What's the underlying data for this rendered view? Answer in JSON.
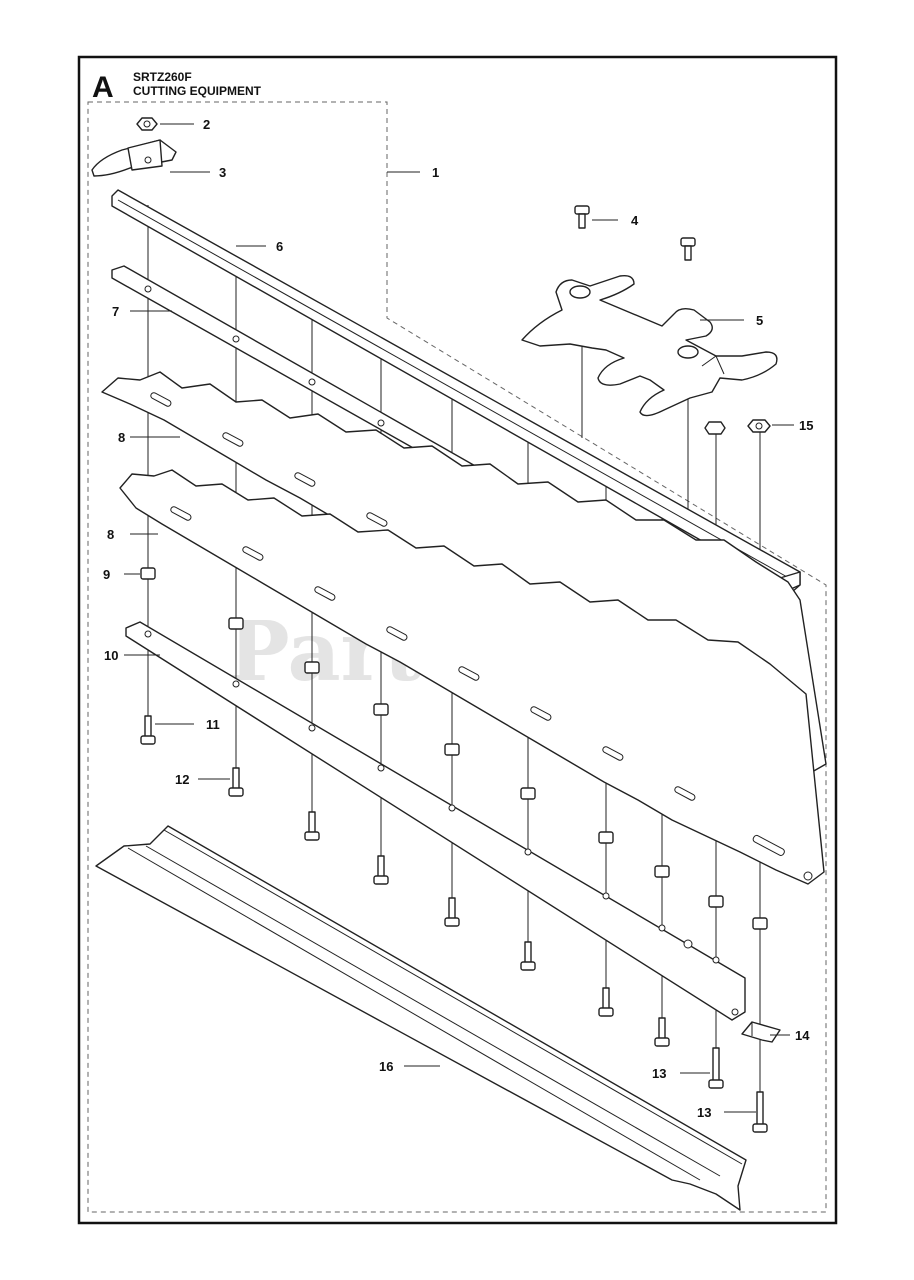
{
  "diagram": {
    "section_letter": "A",
    "model": "SRTZ260F",
    "section_title": "CUTTING EQUIPMENT",
    "watermark": "PartsTree",
    "watermark_tm": "™"
  },
  "callouts": [
    "1",
    "2",
    "3",
    "4",
    "5",
    "6",
    "7",
    "8",
    "8",
    "9",
    "10",
    "11",
    "12",
    "13",
    "13",
    "14",
    "15",
    "16"
  ]
}
